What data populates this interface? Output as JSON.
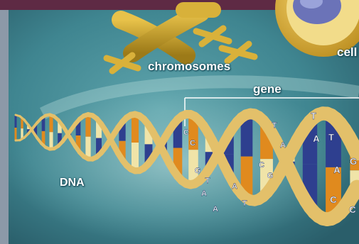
{
  "labels": {
    "chromosomes": "chromosomes",
    "cell": "cell",
    "gene": "gene",
    "dna": "DNA"
  },
  "base_letters": [
    "C",
    "C",
    "G",
    "T",
    "A",
    "A",
    "A",
    "T",
    "C",
    "G",
    "T",
    "A",
    "T",
    "A",
    "T",
    "A",
    "C",
    "G",
    "C"
  ],
  "colors": {
    "background": "#4a8a96",
    "backbone": "#e3c06a",
    "chromosome": "#c9a22e",
    "base_blue": "#2e3f8f",
    "base_orange": "#e08a1e",
    "base_cream": "#f0e4a8",
    "frame": "#5e2a44"
  },
  "icons": [
    "chromosome-icon",
    "cell-icon",
    "dna-helix-icon"
  ]
}
